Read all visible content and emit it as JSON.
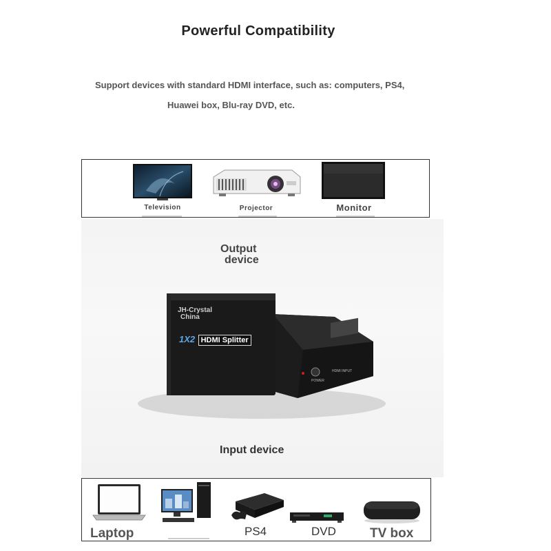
{
  "heading": "Powerful Compatibility",
  "subtitle_line1": "Support devices with standard HDMI interface, such as: computers, PS4,",
  "subtitle_line2": "Huawei box, Blu-ray DVD, etc.",
  "output_devices": [
    {
      "label": "Television",
      "icon": "television-icon"
    },
    {
      "label": "Projector",
      "icon": "projector-icon"
    },
    {
      "label": "Monitor",
      "icon": "monitor-icon"
    }
  ],
  "output_label_line1": "Output",
  "output_label_line2": "device",
  "splitter": {
    "brand_line1": "JH-Crystal",
    "brand_line2": "China",
    "model_prefix": "1X2",
    "model_name": "HDMI Splitter",
    "power_port": "POWER",
    "input_port": "HDMI INPUT"
  },
  "input_label": "Input device",
  "input_devices": [
    {
      "label": "Laptop",
      "icon": "laptop-icon"
    },
    {
      "label": "",
      "icon": "desktop-computer-icon"
    },
    {
      "label": "PS4",
      "icon": "ps4-console-icon"
    },
    {
      "label": "DVD",
      "icon": "dvd-player-icon"
    },
    {
      "label": "TV box",
      "icon": "tv-box-icon"
    }
  ]
}
